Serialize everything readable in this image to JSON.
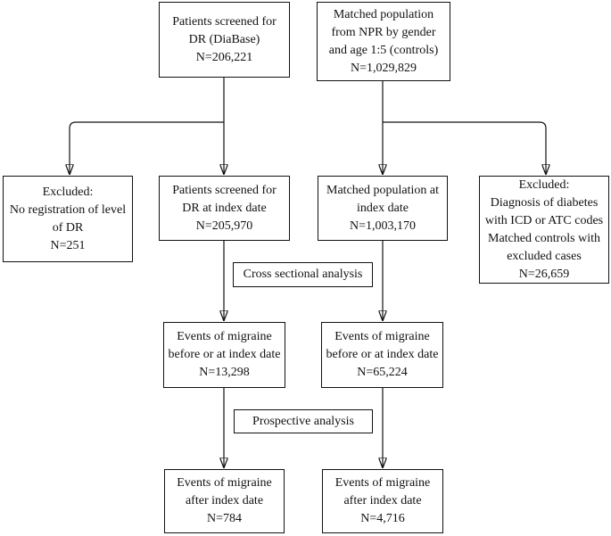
{
  "figure": {
    "background_color": "#ffffff",
    "line_color": "#111111",
    "box_fill_color": "#ffffff",
    "boxes": {
      "screened_diabase": "Patients screened for\nDR (DiaBase)\nN=206,221",
      "matched_npr": "Matched population\nfrom NPR by gender\nand age 1:5 (controls)\nN=1,029,829",
      "excluded_no_registration": "Excluded:\nNo registration of level\nof DR\nN=251",
      "screened_index": "Patients screened for\nDR at index date\nN=205,970",
      "matched_index": "Matched population at\nindex date\nN=1,003,170",
      "excluded_diagnosis": "Excluded:\nDiagnosis of diabetes\nwith ICD or ATC codes\nMatched controls with\nexcluded cases\nN=26,659",
      "migraine_before_cases": "Events of migraine\nbefore or at index date\nN=13,298",
      "migraine_before_controls": "Events of migraine\nbefore or at index date\nN=65,224",
      "migraine_after_cases": "Events of migraine\nafter index date\nN=784",
      "migraine_after_controls": "Events of migraine\nafter index date\nN=4,716"
    },
    "labels": {
      "cross_sectional": "Cross sectional analysis",
      "prospective": "Prospective analysis"
    }
  }
}
